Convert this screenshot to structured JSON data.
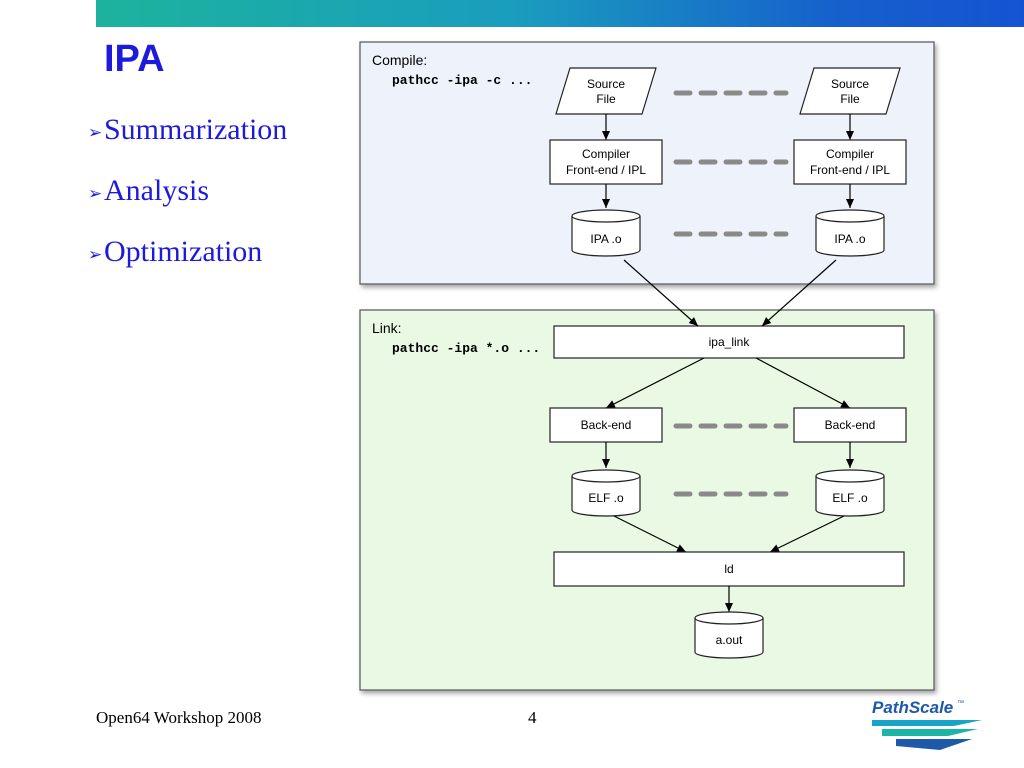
{
  "slide": {
    "title": "IPA",
    "bullets": [
      "Summarization",
      "Analysis",
      "Optimization"
    ],
    "bullet_marker": "➢",
    "footer": "Open64 Workshop 2008",
    "page_number": "4"
  },
  "logo": {
    "text": "PathScale",
    "trademark": "™",
    "colors": {
      "text": "#1e5aa8",
      "stripes": [
        "#19a3c9",
        "#1bb5a6",
        "#1e5aa8"
      ]
    }
  },
  "diagram": {
    "compile_panel": {
      "label": "Compile:",
      "command": "pathcc -ipa -c ...",
      "source_left": [
        "Source",
        "File"
      ],
      "source_right": [
        "Source",
        "File"
      ],
      "compiler_left": [
        "Compiler",
        "Front-end / IPL"
      ],
      "compiler_right": [
        "Compiler",
        "Front-end / IPL"
      ],
      "obj_left": "IPA .o",
      "obj_right": "IPA .o",
      "background": "#eef3fb"
    },
    "link_panel": {
      "label": "Link:",
      "command": "pathcc -ipa *.o ...",
      "ipa_link": "ipa_link",
      "backend_left": "Back-end",
      "backend_right": "Back-end",
      "elf_left": "ELF .o",
      "elf_right": "ELF .o",
      "ld": "ld",
      "output": "a.out",
      "background": "#e9f9e4"
    }
  }
}
